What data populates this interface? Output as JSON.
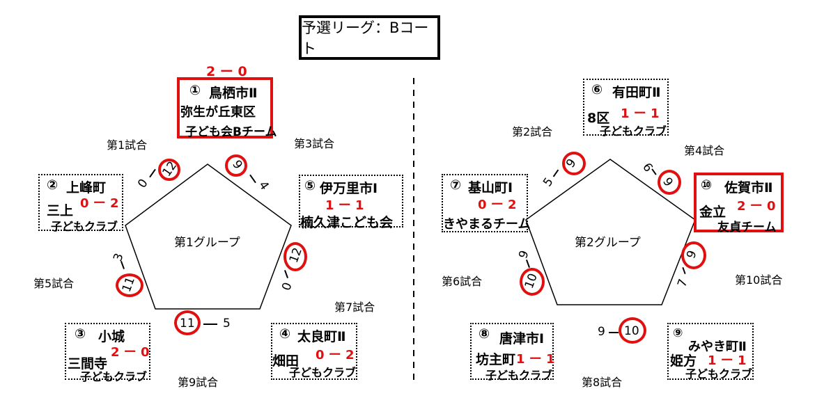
{
  "title": "予選リーグ：Bコート",
  "groups": [
    {
      "label": "第1グループ",
      "teams": [
        {
          "num": "①",
          "name": "鳥栖市Ⅱ",
          "sub1": "弥生が丘東区",
          "sub2": "子ども会Bチーム",
          "record": "2 ー 0"
        },
        {
          "num": "②",
          "name": "上峰町",
          "sub1": "三上",
          "sub2": "子どもクラブ",
          "record": "0 ー 2"
        },
        {
          "num": "③",
          "name": "小城",
          "sub1": "三間寺",
          "sub2": "子どもクラブ",
          "record": "2 ー 0"
        },
        {
          "num": "④",
          "name": "太良町Ⅱ",
          "sub1": "畑田",
          "sub2": "子どもクラブ",
          "record": "0 ー 2"
        },
        {
          "num": "⑤",
          "name": "伊万里市Ⅰ",
          "sub1": "楠久津こども会",
          "record": "1 ー 1"
        }
      ],
      "matches": [
        "第1試合",
        "第3試合",
        "第5試合",
        "第7試合",
        "第9試合"
      ],
      "scores": [
        {
          "left": "0",
          "right": "12"
        },
        {
          "left": "9",
          "right": "4"
        },
        {
          "left": "3",
          "right": "11"
        },
        {
          "left": "12",
          "right": "0"
        },
        {
          "left": "11",
          "right": "5"
        }
      ]
    },
    {
      "label": "第2グループ",
      "teams": [
        {
          "num": "⑥",
          "name": "有田町Ⅱ",
          "sub1": "8区",
          "sub2": "子どもクラブ",
          "record": "1 ー 1"
        },
        {
          "num": "⑦",
          "name": "基山町Ⅰ",
          "sub1": "きやまるチーム",
          "record": "0 ー 2"
        },
        {
          "num": "⑧",
          "name": "唐津市Ⅰ",
          "sub1": "坊主町",
          "sub2": "子どもクラブ",
          "record": "1 ー 1"
        },
        {
          "num": "⑨",
          "name": "みやき町Ⅱ",
          "sub1": "姫方",
          "sub2": "子どもクラブ",
          "record": "1 ー 1"
        },
        {
          "num": "⑩",
          "name": "佐賀市Ⅱ",
          "sub1": "金立",
          "sub2": "友貞チーム",
          "record": "2 ー 0"
        }
      ],
      "matches": [
        "第2試合",
        "第4試合",
        "第6試合",
        "第8試合",
        "第10試合"
      ],
      "scores": [
        {
          "left": "5",
          "right": "9"
        },
        {
          "left": "6",
          "right": "9"
        },
        {
          "left": "9",
          "right": "10"
        },
        {
          "left": "9",
          "right": "7"
        },
        {
          "left": "9",
          "right": "10"
        }
      ]
    }
  ]
}
